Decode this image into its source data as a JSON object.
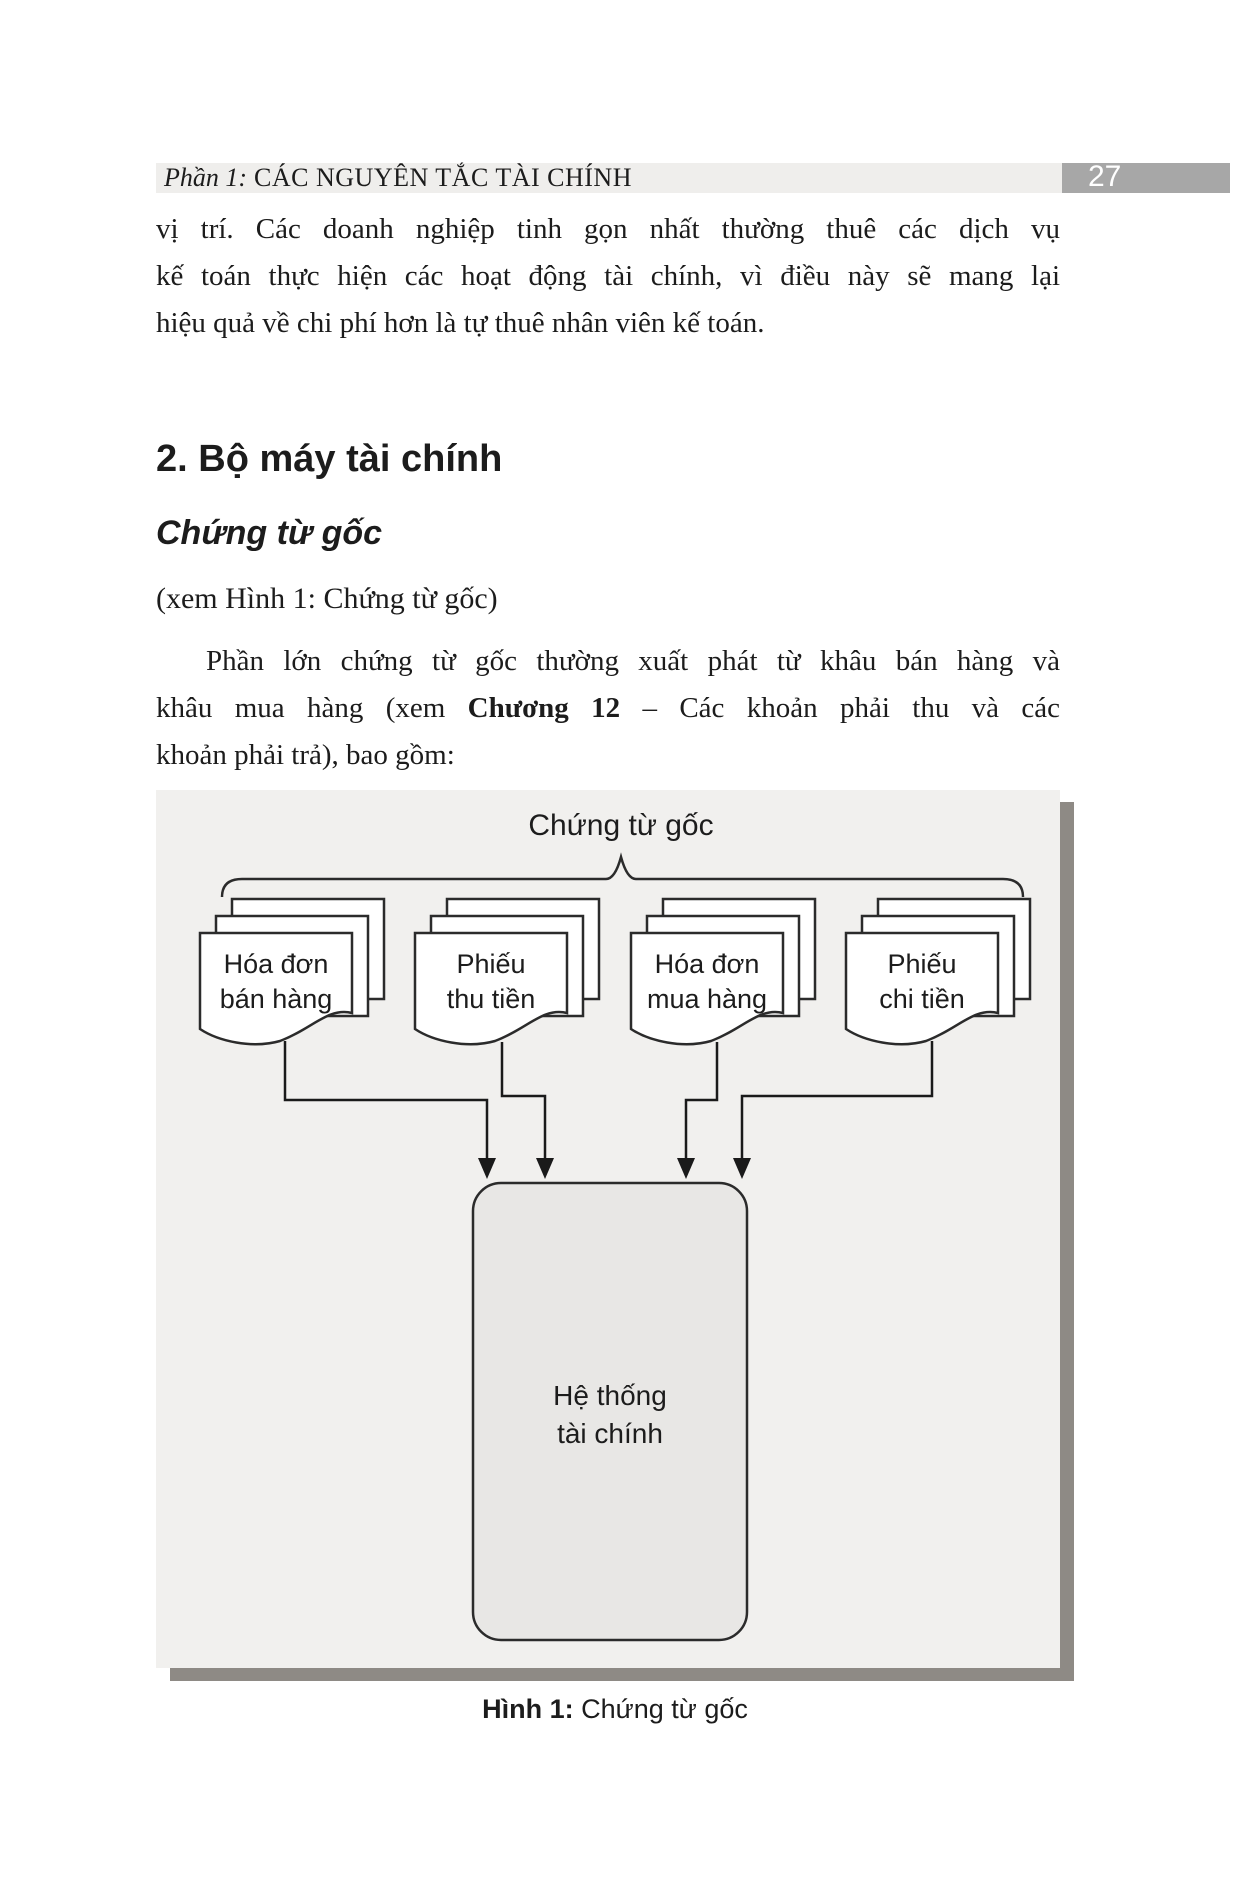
{
  "header": {
    "part_label": "Phần 1:",
    "part_title": " CÁC NGUYÊN TẮC TÀI CHÍNH",
    "page_number": "27"
  },
  "intro_paragraph": {
    "line1": "vị trí. Các doanh nghiệp tinh gọn nhất thường thuê các dịch vụ",
    "line2": "kế toán thực hiện các hoạt động tài chính, vì điều này sẽ mang lại",
    "line3": "hiệu quả về chi phí hơn là tự thuê nhân viên kế toán."
  },
  "section": {
    "heading": "2. Bộ máy tài chính",
    "subheading": "Chứng từ gốc",
    "reference": "(xem Hình 1: Chứng từ gốc)"
  },
  "body_paragraph": {
    "line1": "Phần lớn chứng từ gốc thường xuất phát từ khâu bán hàng và",
    "line2_pre": "khâu mua hàng (xem ",
    "line2_bold": "Chương 12",
    "line2_post": " – Các khoản phải thu và các",
    "line3": "khoản phải trả), bao gồm:"
  },
  "figure": {
    "title": "Chứng từ gốc",
    "documents": [
      {
        "line1": "Hóa đơn",
        "line2": "bán hàng"
      },
      {
        "line1": "Phiếu",
        "line2": "thu tiền"
      },
      {
        "line1": "Hóa đơn",
        "line2": "mua hàng"
      },
      {
        "line1": "Phiếu",
        "line2": "chi tiền"
      }
    ],
    "system": {
      "line1": "Hệ thống",
      "line2": "tài chính"
    },
    "caption_label": "Hình 1:",
    "caption_text": " Chứng từ gốc",
    "colors": {
      "panel_bg": "#f1f0ee",
      "shadow": "#8e8a85",
      "line": "#2b2b2b",
      "doc_fill": "#ffffff",
      "box_fill": "#e8e7e5"
    }
  },
  "colors": {
    "band_bg": "#efeeec",
    "page_number_bg": "#a7a7a7",
    "text": "#1c1c1c"
  }
}
